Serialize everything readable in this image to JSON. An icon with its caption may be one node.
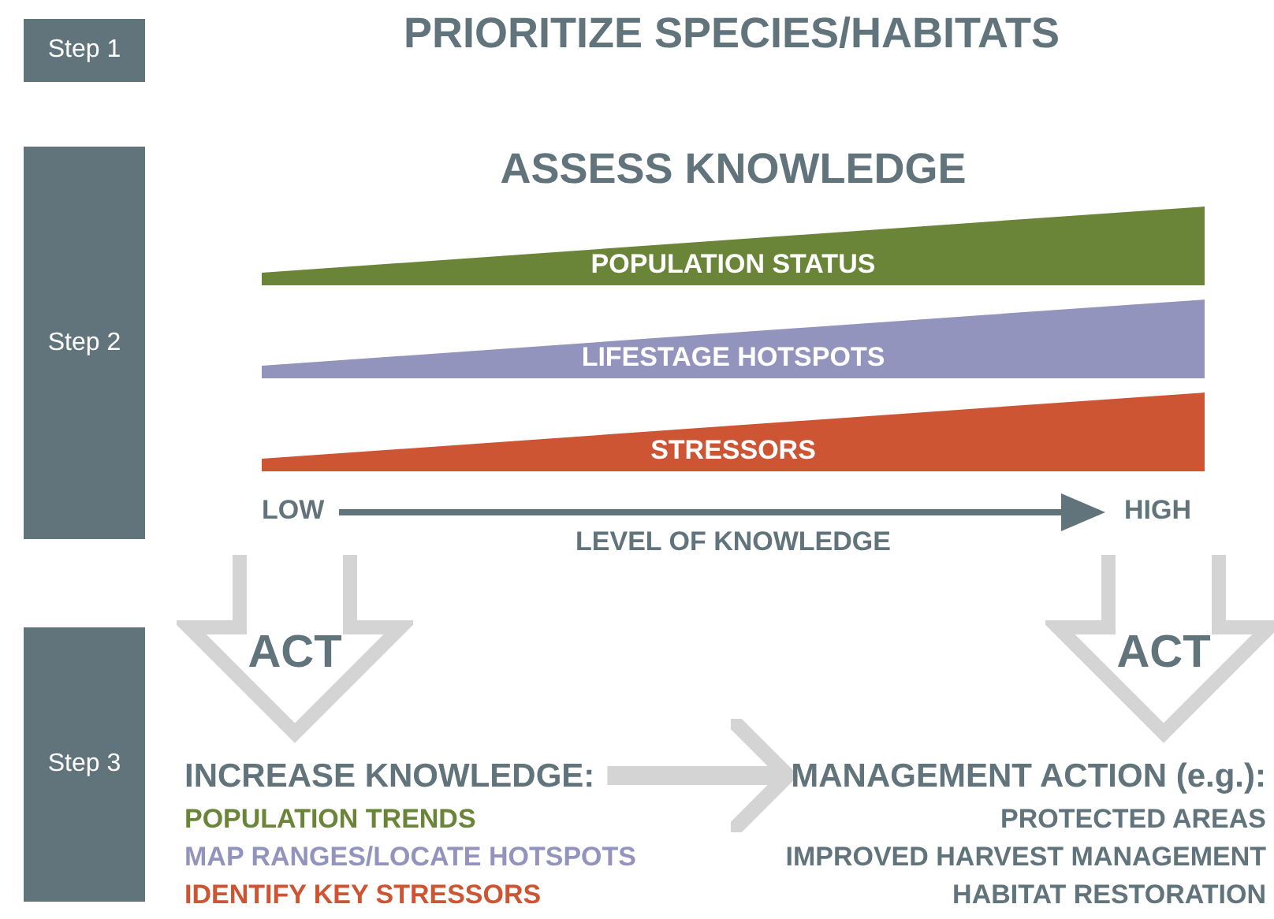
{
  "diagram": {
    "title": "PRIORITIZE SPECIES/HABITATS",
    "nodes": [
      {
        "text": [
          "Step 1"
        ]
      },
      {
        "text": [
          "Step 2"
        ]
      },
      {
        "text": [
          "Step 3"
        ]
      },
      {
        "text": [
          "POPULATION STATUS"
        ]
      },
      {
        "text": [
          "LIFESTAGE HOTSPOTS"
        ]
      },
      {
        "text": [
          "STRESSORS"
        ]
      },
      {
        "text": [
          "ACT"
        ]
      },
      {
        "text": [
          "ACT"
        ]
      },
      {
        "text": [
          "INCREASE KNOWLEDGE:",
          "POPULATION TRENDS",
          "MAP RANGES/LOCATE HOTSPOTS",
          "IDENTIFY KEY STRESSORS"
        ]
      },
      {
        "text": [
          "MANAGEMENT ACTION (e.g.):",
          "PROTECTED AREAS",
          "IMPROVED HARVEST MANAGEMENT",
          "HABITAT RESTORATION"
        ]
      }
    ],
    "edges": [
      {
        "from": 8,
        "to": 9,
        "arrow": "to"
      }
    ],
    "labels": [
      "ASSESS KNOWLEDGE",
      "LOW",
      "HIGH",
      "LEVEL OF KNOWLEDGE"
    ]
  }
}
